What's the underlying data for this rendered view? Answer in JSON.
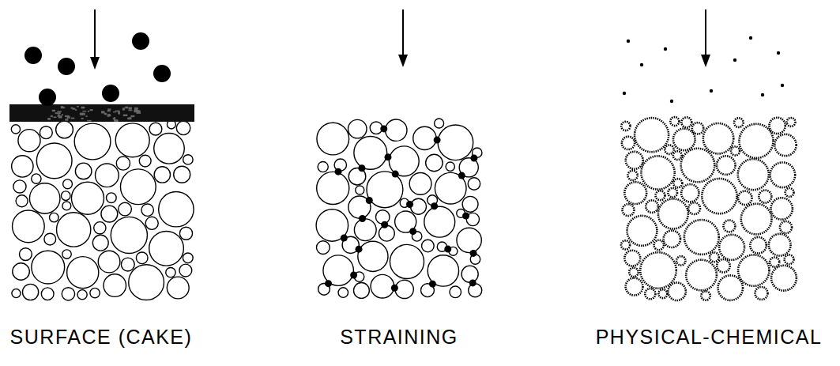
{
  "diagram": {
    "labels": [
      "SURFACE (CAKE)",
      "STRAINING",
      "PHYSICAL-CHEMICAL"
    ]
  }
}
